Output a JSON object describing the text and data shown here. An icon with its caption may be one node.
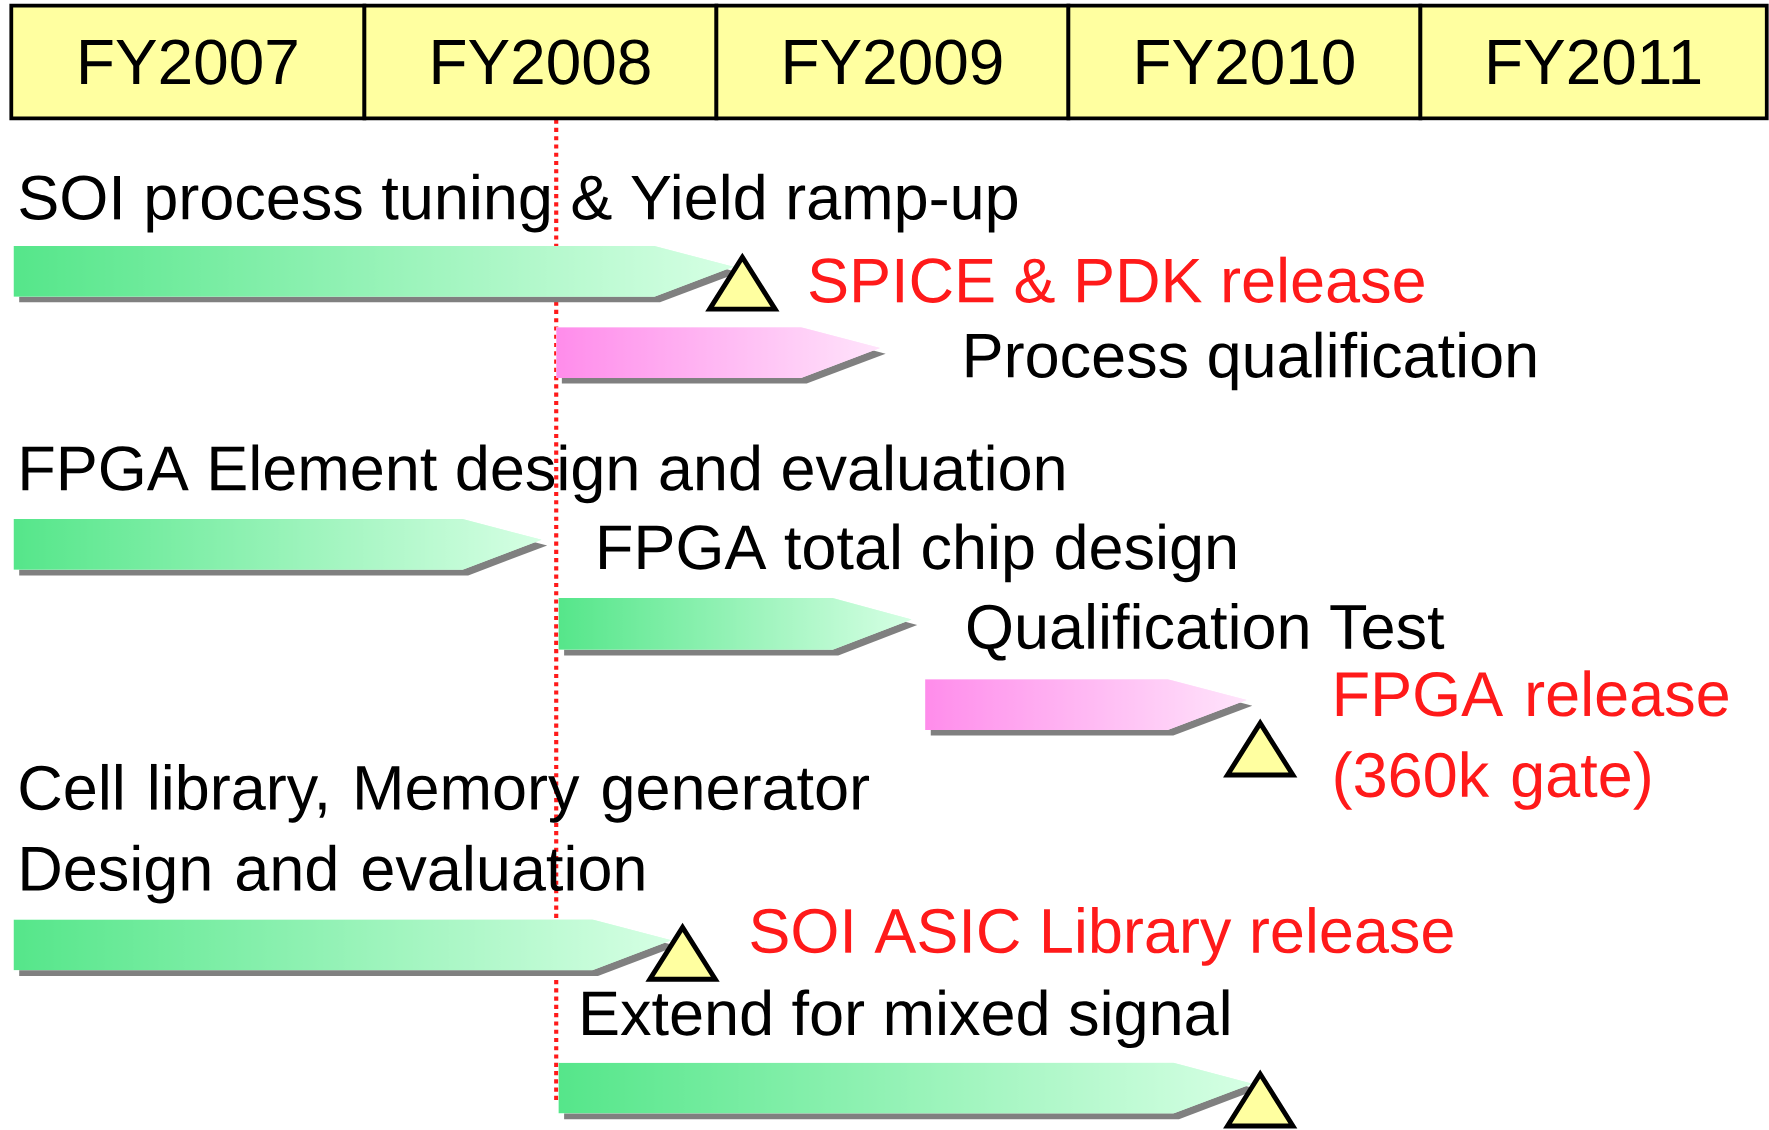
{
  "diagram": {
    "nodes": [
      {
        "text": [
          "FY2007"
        ]
      },
      {
        "text": [
          "FY2008"
        ]
      },
      {
        "text": [
          "FY2009"
        ]
      },
      {
        "text": [
          "FY2010"
        ]
      },
      {
        "text": [
          "FY2011"
        ]
      },
      {
        "text": [],
        "shape": "bar",
        "beside": [
          "SOI process tuning & Yield ramp-up"
        ]
      },
      {
        "text": [],
        "shape": "triangle",
        "beside": [
          "SPICE & PDK release"
        ]
      },
      {
        "text": [],
        "shape": "bar",
        "beside": [
          "Process qualification"
        ]
      },
      {
        "text": [],
        "shape": "bar",
        "beside": [
          "FPGA Element design and evaluation"
        ]
      },
      {
        "text": [],
        "shape": "bar",
        "beside": [
          "FPGA total chip design"
        ]
      },
      {
        "text": [],
        "shape": "bar",
        "beside": [
          "Qualification Test"
        ]
      },
      {
        "text": [],
        "shape": "triangle",
        "beside": [
          "FPGA release (360k gate)"
        ]
      },
      {
        "text": [],
        "shape": "bar",
        "beside": [
          "Cell library, Memory generator Design and evaluation"
        ]
      },
      {
        "text": [],
        "shape": "triangle",
        "beside": [
          "SOI ASIC Library release"
        ]
      },
      {
        "text": [],
        "shape": "bar",
        "beside": [
          "Extend for mixed signal"
        ]
      },
      {
        "text": [],
        "shape": "triangle"
      }
    ],
    "edges": []
  }
}
